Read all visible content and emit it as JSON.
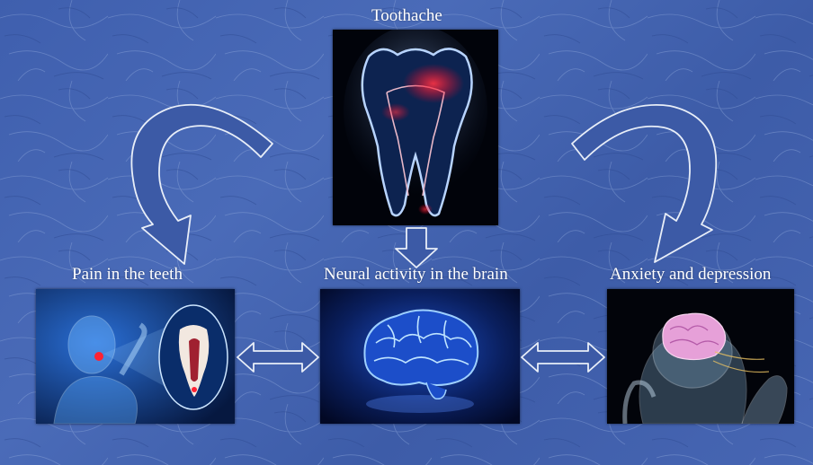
{
  "diagram": {
    "top_node": {
      "label": "Toothache",
      "image": "molar-tooth-illustration"
    },
    "left_node": {
      "label": "Pain in the  teeth",
      "image": "human-body-tooth-pain-illustration"
    },
    "center_node": {
      "label": "Neural activity in the brain",
      "image": "glowing-brain-illustration"
    },
    "right_node": {
      "label": "Anxiety and depression",
      "image": "head-holding-brain-illustration"
    }
  },
  "colors": {
    "background": "#4564b2",
    "arrow_fill": "#3c5aa6",
    "arrow_stroke": "#e8eef8",
    "text": "#ffffff"
  }
}
